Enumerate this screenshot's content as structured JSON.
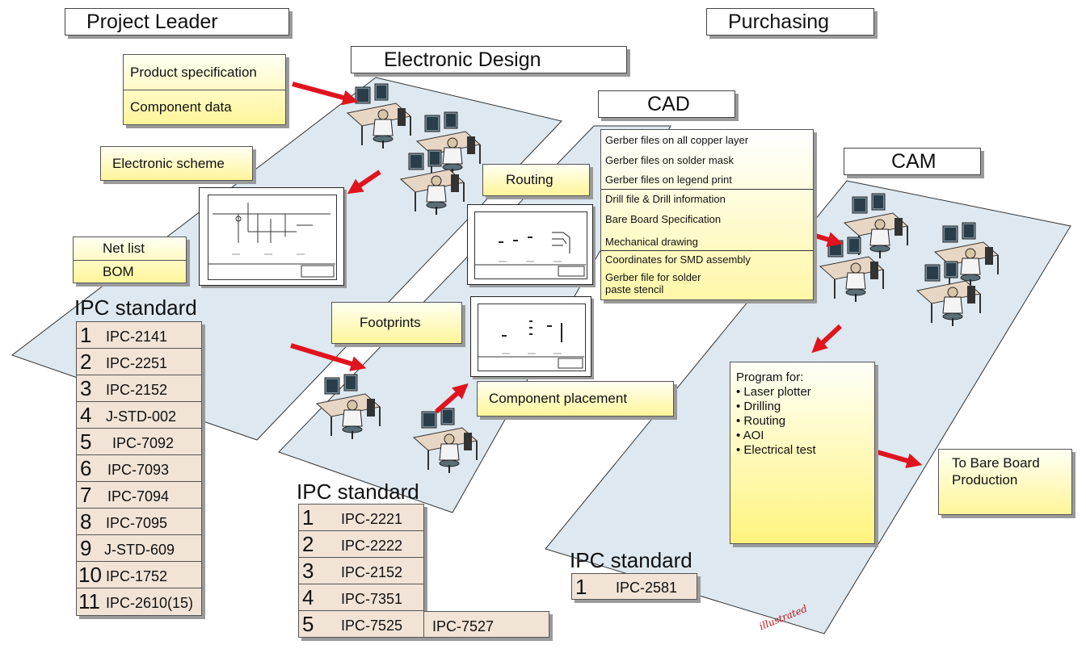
{
  "titles": {
    "project_leader": "Project Leader",
    "purchasing": "Purchasing",
    "electronic_design": "Electronic Design",
    "cad": "CAD",
    "cam": "CAM"
  },
  "inputs": {
    "product_spec": "Product specification",
    "component_data": "Component data"
  },
  "notes": {
    "electronic_scheme": "Electronic scheme",
    "net_list": "Net list",
    "bom": "BOM",
    "routing": "Routing",
    "footprints": "Footprints",
    "component_placement": "Component placement",
    "to_bare_board": "To Bare Board Production"
  },
  "cad_outputs": {
    "gerber_copper": "Gerber files on all copper layer",
    "gerber_mask": "Gerber files on solder mask",
    "gerber_legend": "Gerber files on legend print",
    "drill": "Drill file & Drill information",
    "bare_board": "Bare Board Specification",
    "mechanical": "Mechanical drawing",
    "smd_coords": "Coordinates for SMD assembly",
    "stencil_1": "Gerber file for solder",
    "stencil_2": "paste stencil"
  },
  "cam_program": {
    "heading": "Program for:",
    "items": [
      "• Laser plotter",
      "• Drilling",
      "• Routing",
      "• AOI",
      "• Electrical test"
    ]
  },
  "ipc_heading": "IPC standard",
  "ipc_left": [
    {
      "num": "1",
      "code": "IPC-2141"
    },
    {
      "num": "2",
      "code": "IPC-2251"
    },
    {
      "num": "3",
      "code": "IPC-2152"
    },
    {
      "num": "4",
      "code": "J-STD-002"
    },
    {
      "num": "5",
      "code": "IPC-7092"
    },
    {
      "num": "6",
      "code": "IPC-7093"
    },
    {
      "num": "7",
      "code": "IPC-7094"
    },
    {
      "num": "8",
      "code": "IPC-7095"
    },
    {
      "num": "9",
      "code": "J-STD-609"
    },
    {
      "num": "10",
      "code": "IPC-1752"
    },
    {
      "num": "11",
      "code": "IPC-2610(15)"
    }
  ],
  "ipc_center": [
    {
      "num": "1",
      "code": "IPC-2221"
    },
    {
      "num": "2",
      "code": "IPC-2222"
    },
    {
      "num": "3",
      "code": "IPC-2152"
    },
    {
      "num": "4",
      "code": "IPC-7351"
    },
    {
      "num": "5",
      "code": "IPC-7525"
    }
  ],
  "ipc_center_extra": "IPC-7527",
  "ipc_right": [
    {
      "num": "1",
      "code": "IPC-2581"
    }
  ],
  "watermark": "illustrated",
  "colors": {
    "floor": "#dde8f0",
    "arrow": "#e0141e",
    "note": "#fff59a",
    "table": "#f1e3d6"
  }
}
